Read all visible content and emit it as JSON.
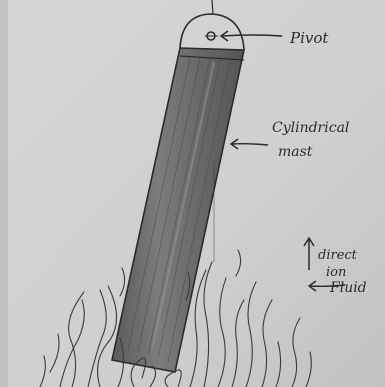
{
  "labels": {
    "pivot": "Pivot",
    "mast_line1": "Cylindrical",
    "mast_line2": "mast",
    "direction_line1": "direct",
    "direction_line2": "ion",
    "fluid": "Fluid"
  },
  "colors": {
    "paper": "#d4d4d2",
    "ink": "#2a2a2a",
    "mast_fill": "#6f6f6d"
  }
}
